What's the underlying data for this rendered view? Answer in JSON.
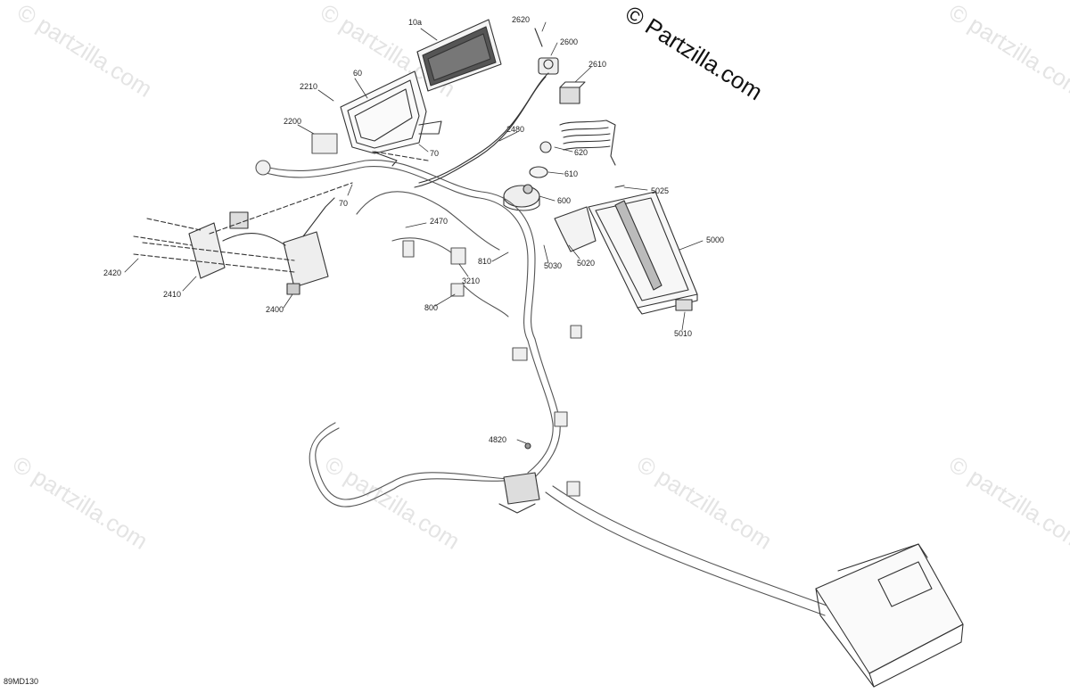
{
  "watermark_text": "© partzilla.com",
  "brand_text": "© Partzilla.com",
  "diagram_code": "89MD130",
  "part_labels": {
    "p10a": "10a",
    "p2620": "2620",
    "p2600": "2600",
    "p2610": "2610",
    "p60": "60",
    "p2210": "2210",
    "p2200": "2200",
    "p70a": "70",
    "p70b": "70",
    "p2480": "2480",
    "p620": "620",
    "p610": "610",
    "p600": "600",
    "p5025": "5025",
    "p5000": "5000",
    "p2470": "2470",
    "p810": "810",
    "p5030": "5030",
    "p5020": "5020",
    "p3210": "3210",
    "p800": "800",
    "p5010": "5010",
    "p2420": "2420",
    "p2410": "2410",
    "p2400": "2400",
    "p4820": "4820"
  },
  "colors": {
    "line": "#333333",
    "faint": "#9a9a9a",
    "watermark": "#e4e4e4"
  }
}
